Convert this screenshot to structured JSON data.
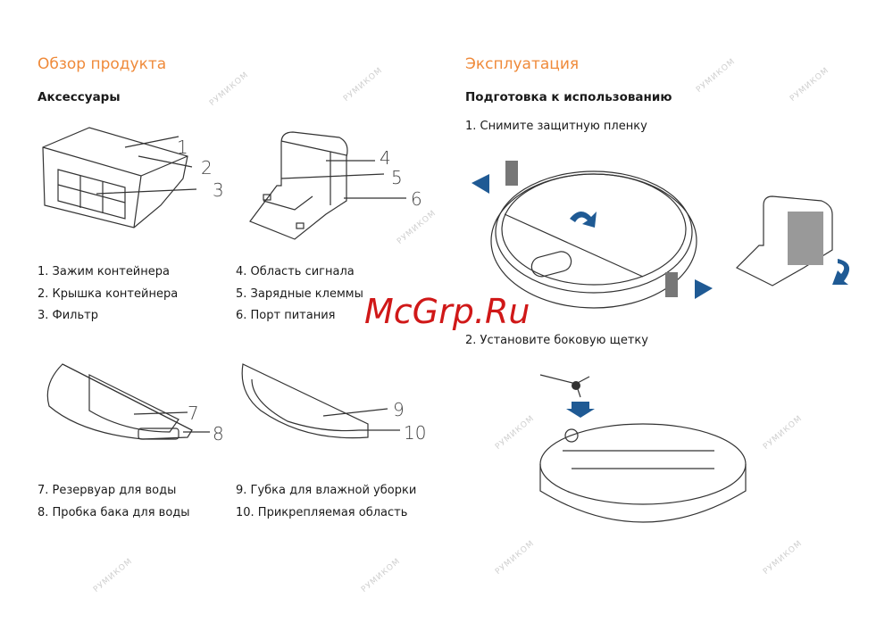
{
  "left": {
    "title": "Обзор продукта",
    "subtitle": "Аксессуары",
    "callouts": [
      "1",
      "2",
      "3",
      "4",
      "5",
      "6",
      "7",
      "8",
      "9",
      "10"
    ],
    "items_col1": [
      "1. Зажим контейнера",
      "2. Крышка контейнера",
      "3. Фильтр"
    ],
    "items_col2": [
      "4. Область сигнала",
      "5. Зарядные клеммы",
      "6. Порт питания"
    ],
    "items_col3": [
      "7. Резервуар для воды",
      "8. Пробка бака для воды"
    ],
    "items_col4": [
      "9. Губка для влажной уборки",
      "10. Прикрепляемая область"
    ]
  },
  "right": {
    "title": "Эксплуатация",
    "subtitle": "Подготовка к использованию",
    "step1": "1. Снимите защитную пленку",
    "step2": "2. Установите боковую щетку"
  },
  "watermark": "РУМИКОМ",
  "site_watermark": "McGrp.Ru",
  "colors": {
    "accent": "#ef8a3a",
    "arrow": "#1f5a94"
  }
}
